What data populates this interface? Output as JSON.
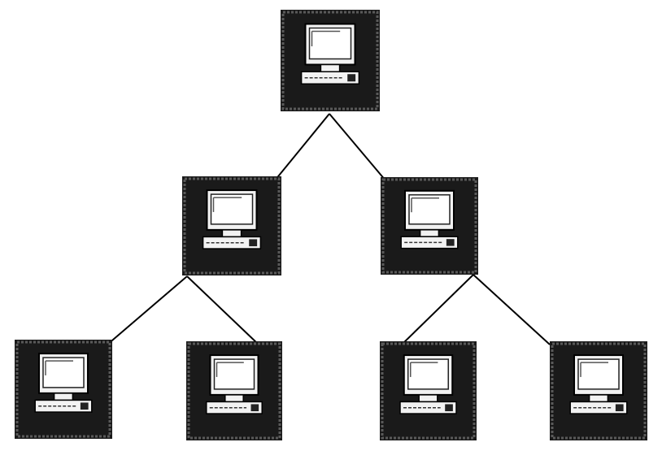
{
  "diagram": {
    "type": "tree-network",
    "nodes": [
      {
        "id": "root",
        "icon": "computer-icon",
        "level": 0
      },
      {
        "id": "left-child",
        "icon": "computer-icon",
        "level": 1
      },
      {
        "id": "right-child",
        "icon": "computer-icon",
        "level": 1
      },
      {
        "id": "left-left-leaf",
        "icon": "computer-icon",
        "level": 2
      },
      {
        "id": "left-right-leaf",
        "icon": "computer-icon",
        "level": 2
      },
      {
        "id": "right-left-leaf",
        "icon": "computer-icon",
        "level": 2
      },
      {
        "id": "right-right-leaf",
        "icon": "computer-icon",
        "level": 2
      }
    ],
    "edges": [
      {
        "from": "root",
        "to": "left-child"
      },
      {
        "from": "root",
        "to": "right-child"
      },
      {
        "from": "left-child",
        "to": "left-left-leaf"
      },
      {
        "from": "left-child",
        "to": "left-right-leaf"
      },
      {
        "from": "right-child",
        "to": "right-left-leaf"
      },
      {
        "from": "right-child",
        "to": "right-right-leaf"
      }
    ],
    "colors": {
      "frame": "#1a1a1a",
      "frame_light": "#5a5a5a",
      "screen": "#f2f2f2",
      "line": "#000000"
    }
  }
}
